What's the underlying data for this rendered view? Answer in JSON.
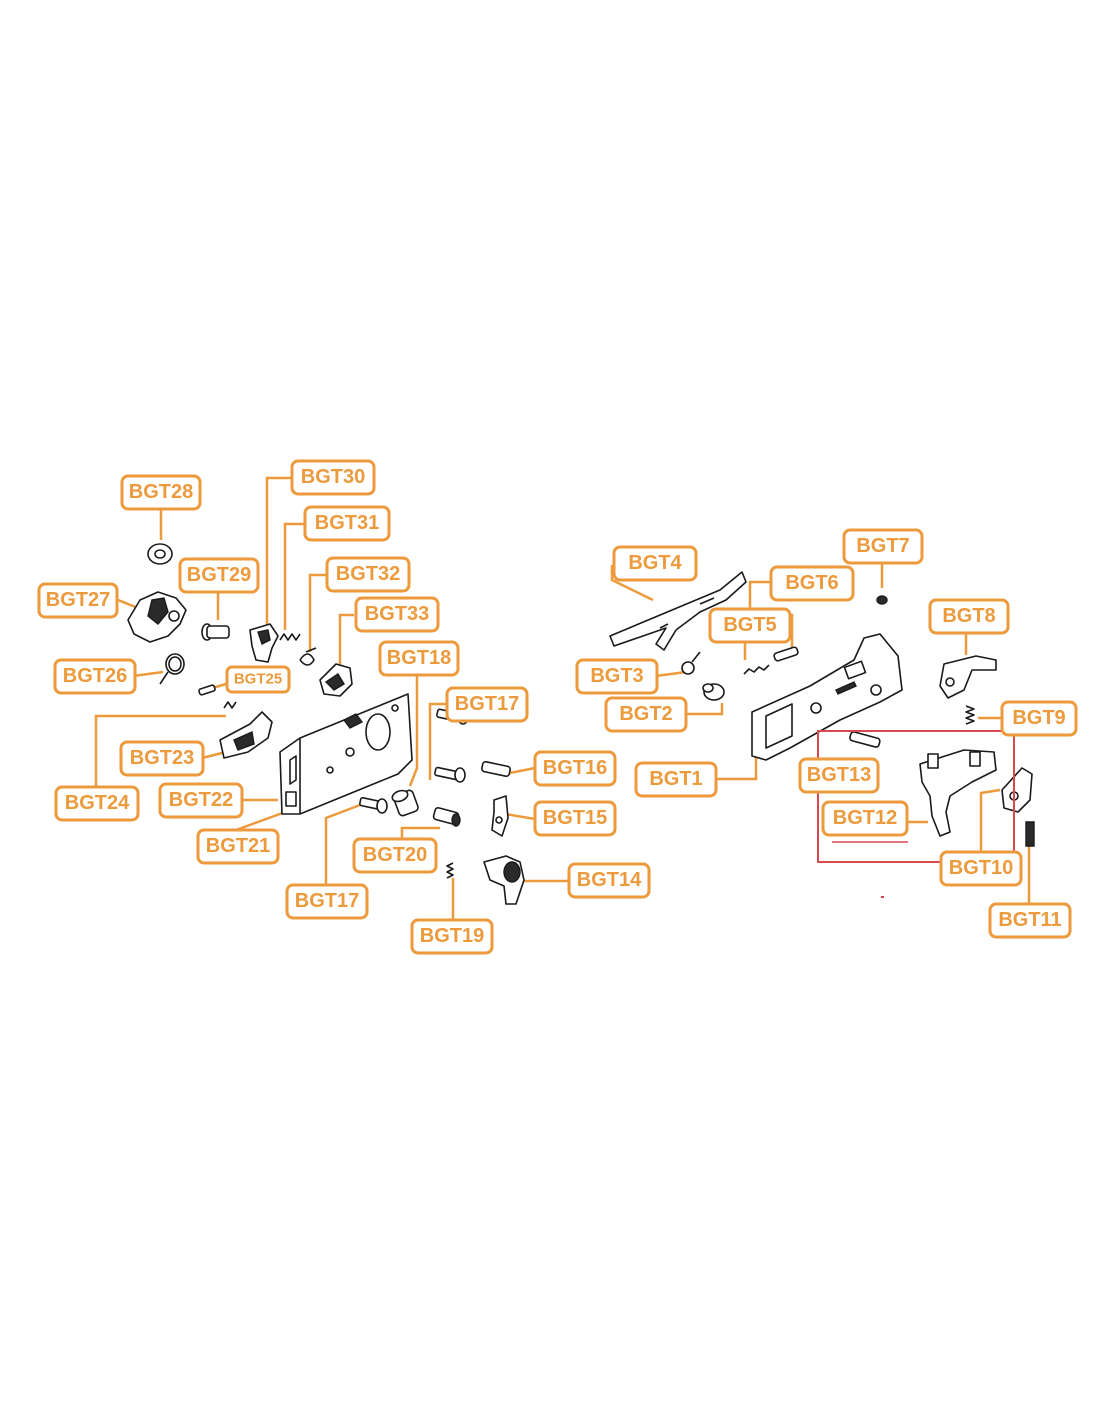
{
  "diagram": {
    "labels": {
      "bgt1": "BGT1",
      "bgt2": "BGT2",
      "bgt3": "BGT3",
      "bgt4": "BGT4",
      "bgt5": "BGT5",
      "bgt6": "BGT6",
      "bgt7": "BGT7",
      "bgt8": "BGT8",
      "bgt9": "BGT9",
      "bgt10": "BGT10",
      "bgt11": "BGT11",
      "bgt12": "BGT12",
      "bgt13": "BGT13",
      "bgt14": "BGT14",
      "bgt15": "BGT15",
      "bgt16": "BGT16",
      "bgt17a": "BGT17",
      "bgt17b": "BGT17",
      "bgt18": "BGT18",
      "bgt19": "BGT19",
      "bgt20": "BGT20",
      "bgt21": "BGT21",
      "bgt22": "BGT22",
      "bgt23": "BGT23",
      "bgt24": "BGT24",
      "bgt25": "BGT25",
      "bgt26": "BGT26",
      "bgt27": "BGT27",
      "bgt28": "BGT28",
      "bgt29": "BGT29",
      "bgt30": "BGT30",
      "bgt31": "BGT31",
      "bgt32": "BGT32",
      "bgt33": "BGT33"
    },
    "highlighted_part": "BGT12",
    "colors": {
      "label": "#ec9a3c",
      "highlight": "#d8484e",
      "line_art": "#1a1a1a"
    }
  }
}
